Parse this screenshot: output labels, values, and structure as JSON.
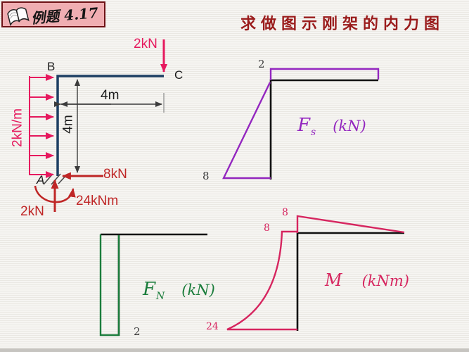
{
  "slide": {
    "title": "例题 4.17",
    "heading": "求做图示刚架的内力图"
  },
  "frame": {
    "joints": {
      "a": "A",
      "b": "B",
      "c": "C"
    },
    "load_top": "2kN",
    "load_distributed": "2kN/m",
    "dim_beam": "4m",
    "dim_column": "4m",
    "reaction_horizontal": "8kN",
    "reaction_moment": "24kNm",
    "reaction_vertical": "2kN"
  },
  "diagrams": {
    "shear": {
      "symbol": "F",
      "subscript": "s",
      "unit": "(kN)",
      "beam_value": "2",
      "column_bottom_value": "8"
    },
    "axial": {
      "symbol": "F",
      "subscript": "N",
      "unit": "(kN)",
      "column_value": "2"
    },
    "moment": {
      "symbol": "M",
      "unit": "(kNm)",
      "beam_end_value": "8",
      "column_top_value": "8",
      "column_bottom_value": "24"
    }
  },
  "colors": {
    "frame_member": "#1d3f63",
    "applied_load_pink": "#e6195e",
    "reaction_red": "#bf2626",
    "shear_purple": "#9326bf",
    "axial_green": "#1b7d3c",
    "moment_crimson": "#d6255f",
    "title_box_bg": "#f0aeb2",
    "title_box_border": "#6e1216",
    "heading_text": "#9a1c1c"
  }
}
